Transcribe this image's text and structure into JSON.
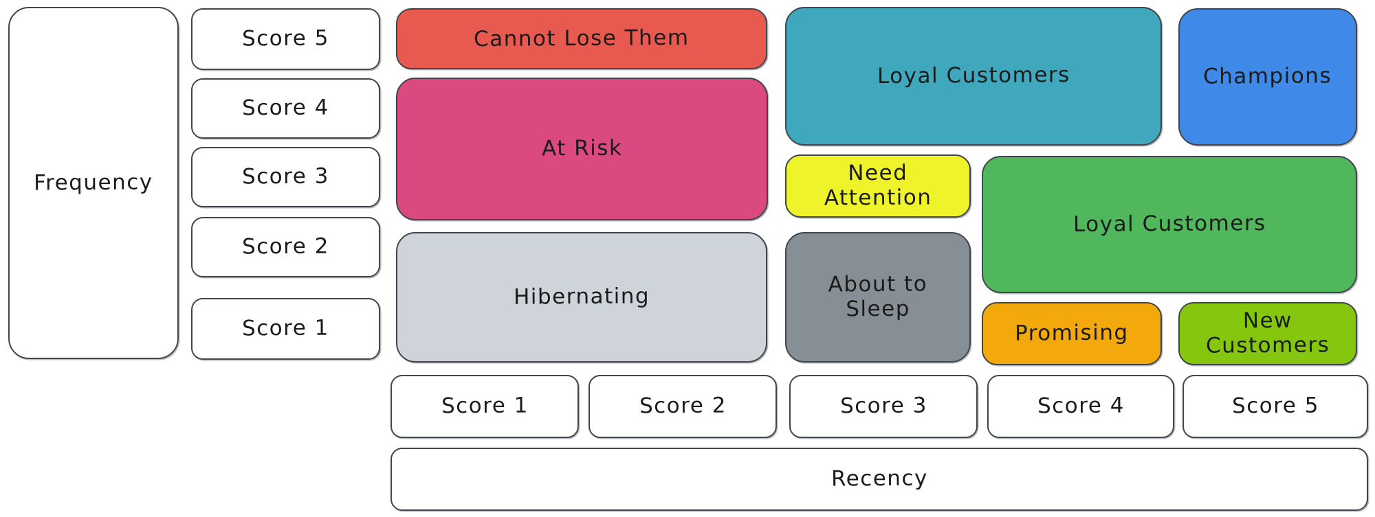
{
  "y_axis": {
    "label": "Frequency",
    "scores": [
      "Score 5",
      "Score 4",
      "Score 3",
      "Score 2",
      "Score 1"
    ]
  },
  "x_axis": {
    "label": "Recency",
    "scores": [
      "Score 1",
      "Score 2",
      "Score 3",
      "Score 4",
      "Score 5"
    ]
  },
  "segments": [
    {
      "name": "cannot-lose-them",
      "label": "Cannot Lose Them",
      "color": "#e85a50",
      "frequency_scores": "5",
      "recency_scores": "1-2"
    },
    {
      "name": "at-risk",
      "label": "At Risk",
      "color": "#da497f",
      "frequency_scores": "3-4",
      "recency_scores": "1-2"
    },
    {
      "name": "hibernating",
      "label": "Hibernating",
      "color": "#ced4da",
      "frequency_scores": "1-2",
      "recency_scores": "1-2"
    },
    {
      "name": "loyal-customers-upper",
      "label": "Loyal Customers",
      "color": "#3fa8bc",
      "frequency_scores": "4-5",
      "recency_scores": "3-4"
    },
    {
      "name": "champions",
      "label": "Champions",
      "color": "#3f8ae8",
      "frequency_scores": "4-5",
      "recency_scores": "5"
    },
    {
      "name": "need-attention",
      "label": "Need Attention",
      "color": "#eff32a",
      "frequency_scores": "3",
      "recency_scores": "3"
    },
    {
      "name": "loyal-customers-mid",
      "label": "Loyal Customers",
      "color": "#50b75c",
      "frequency_scores": "2-3",
      "recency_scores": "4-5"
    },
    {
      "name": "about-to-sleep",
      "label": "About to Sleep",
      "color": "#868e96",
      "frequency_scores": "1-2",
      "recency_scores": "3"
    },
    {
      "name": "promising",
      "label": "Promising",
      "color": "#f3a90b",
      "frequency_scores": "1",
      "recency_scores": "4"
    },
    {
      "name": "new-customers",
      "label": "New Customers",
      "color": "#85c70f",
      "frequency_scores": "1",
      "recency_scores": "5"
    }
  ],
  "style_colors": {
    "stroke": "#41464c",
    "text": "#1b1b1b",
    "background": "#ffffff"
  }
}
